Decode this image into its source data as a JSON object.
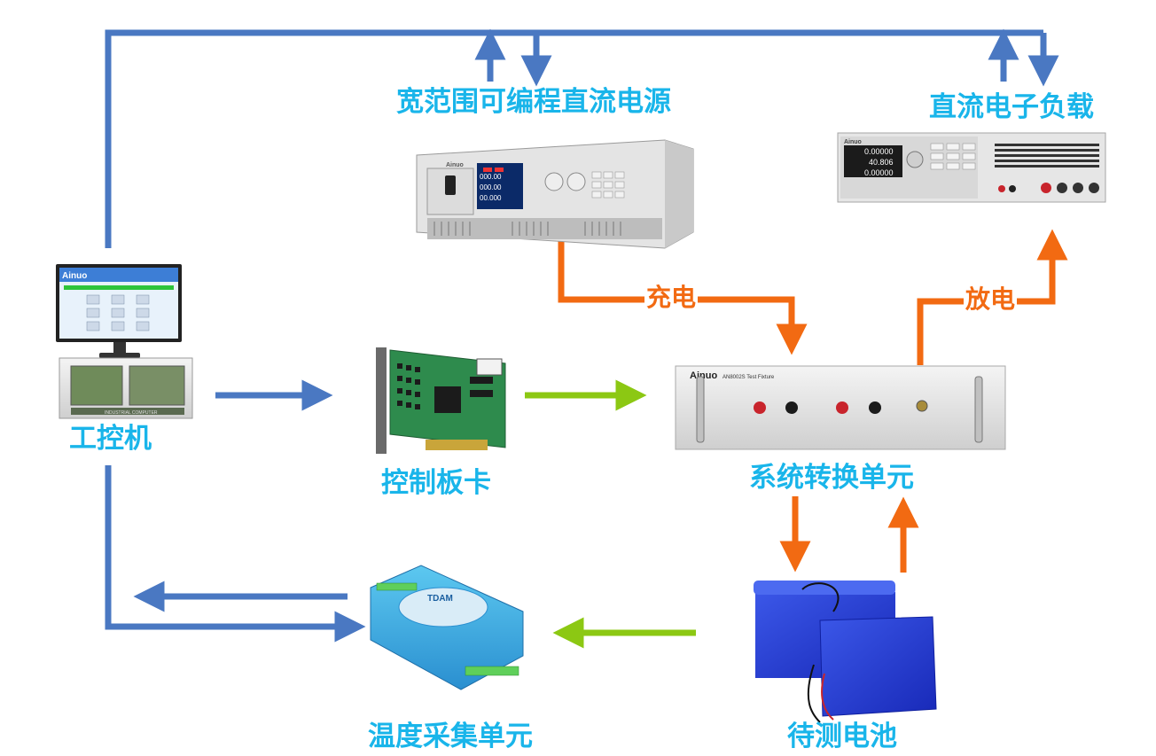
{
  "nodes": {
    "ipc": "工控机",
    "psu": "宽范围可编程直流电源",
    "load": "直流电子负载",
    "card": "控制板卡",
    "switch": "系统转换单元",
    "battery": "待测电池",
    "temp": "温度采集单元"
  },
  "flows": {
    "charge": "充电",
    "discharge": "放电"
  },
  "device_text": {
    "brand": "Ainuo",
    "fixture_model": "AN8002S Test Fixture",
    "psu_v": "000.00",
    "psu_a": "000.00",
    "psu_w": "00.000",
    "load_r1": "0.00000",
    "load_r2": "40.806",
    "load_r3": "0.00000",
    "ipc_chassis": "INDUSTRIAL COMPUTER",
    "tdam": "TDAM"
  },
  "colors": {
    "control": "#4a78c2",
    "power": "#f26a12",
    "signal": "#8cc813",
    "label": "#19b5ea"
  }
}
